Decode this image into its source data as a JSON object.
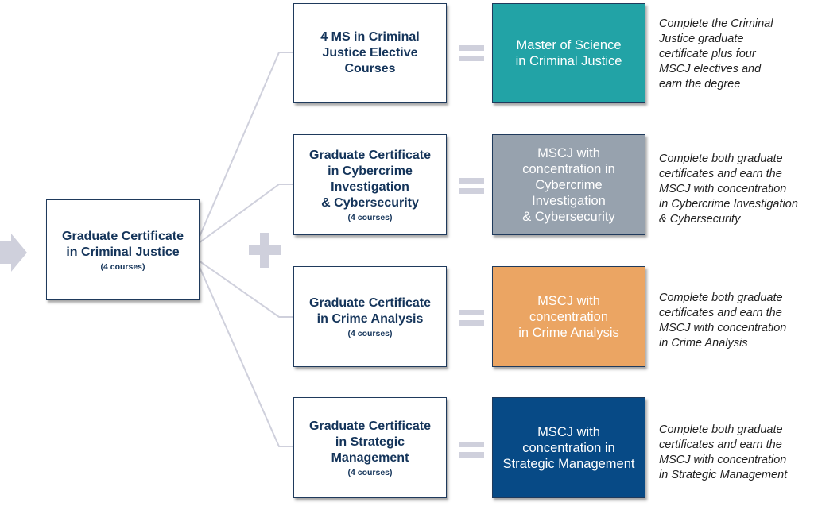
{
  "colors": {
    "box_border": "#1f3a5c",
    "box_text": "#14345a",
    "connector": "#cfd0dc",
    "teal": "#22a3a6",
    "gray": "#97a2ae",
    "orange": "#eba563",
    "navy": "#074a86"
  },
  "icons": {
    "start_arrow": "right-arrow-icon",
    "plus": "plus-icon",
    "equals": "equals-icon"
  },
  "start": {
    "title": "Graduate Certificate\nin Criminal Justice",
    "sub": "(4 courses)"
  },
  "rows": [
    {
      "option": {
        "title": "4 MS in Criminal\nJustice Elective\nCourses",
        "sub": ""
      },
      "result": "Master of Science\nin Criminal Justice",
      "description": "Complete the Criminal\nJustice graduate\ncertificate plus four\nMSCJ electives and\nearn the degree"
    },
    {
      "option": {
        "title": "Graduate Certificate\nin Cybercrime\nInvestigation\n& Cybersecurity",
        "sub": "(4 courses)"
      },
      "result": "MSCJ with\nconcentration in\nCybercrime\nInvestigation\n& Cybersecurity",
      "description": "Complete both graduate\ncertificates and earn the\nMSCJ with concentration\nin Cybercrime Investigation\n& Cybersecurity"
    },
    {
      "option": {
        "title": "Graduate Certificate\nin Crime Analysis",
        "sub": "(4 courses)"
      },
      "result": "MSCJ with\nconcentration\nin Crime Analysis",
      "description": "Complete both graduate\ncertificates and earn the\nMSCJ with concentration\nin Crime Analysis"
    },
    {
      "option": {
        "title": "Graduate Certificate\nin Strategic\nManagement",
        "sub": "(4 courses)"
      },
      "result": "MSCJ with\nconcentration in\nStrategic Management",
      "description": "Complete both graduate\ncertificates and earn the\nMSCJ with concentration\nin Strategic Management"
    }
  ]
}
